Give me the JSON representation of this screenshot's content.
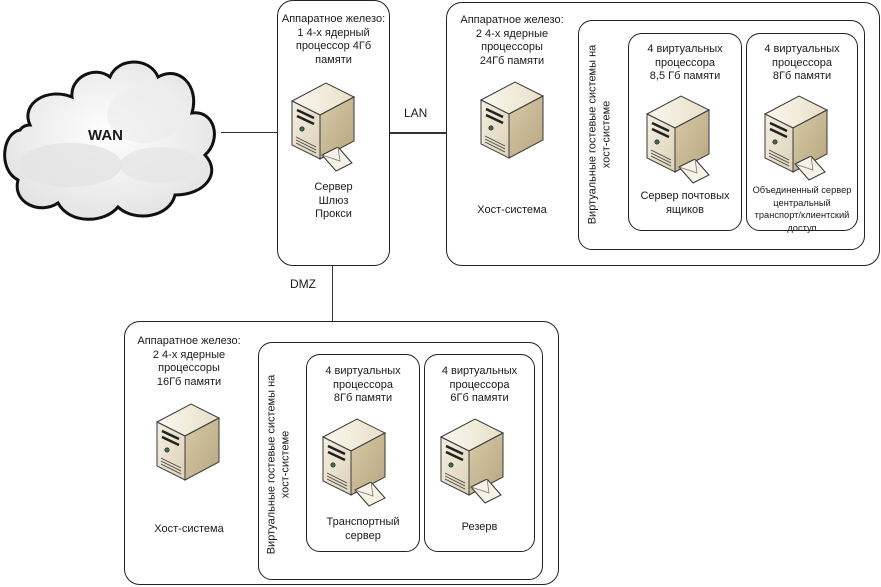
{
  "wan": {
    "label": "WAN"
  },
  "connections": {
    "lan_label": "LAN",
    "dmz_label": "DMZ"
  },
  "gateway": {
    "hardware": "Аппаратное железо:\n1 4-х ядерный\nпроцессор 4Гб\nпамяти",
    "roles": "Сервер\nШлюз\nПрокси",
    "icon": "server-mail-icon"
  },
  "host_lan": {
    "hardware": "Аппаратное железо:\n2 4-х ядерные\nпроцессоры\n24Гб памяти",
    "host_label": "Хост-система",
    "guests_label": "Виртуальные гостевые системы на\nхост-системе",
    "vms": [
      {
        "specs": "4 виртуальных\nпроцессора\n8,5 Гб памяти",
        "role": "Сервер почтовых\nящиков"
      },
      {
        "specs": "4 виртуальных\nпроцессора\n8Гб памяти",
        "role": "Объединенный сервер\nцентральный\nтранспорт/клиентский\nдоступ"
      }
    ]
  },
  "host_dmz": {
    "hardware": "Аппаратное железо:\n2 4-х ядерные\nпроцессоры\n16Гб памяти",
    "host_label": "Хост-система",
    "guests_label": "Виртуальные гостевые системы на\nхост-системе",
    "vms": [
      {
        "specs": "4 виртуальных\nпроцессора\n8Гб памяти",
        "role": "Транспортный\nсервер"
      },
      {
        "specs": "4 виртуальных\nпроцессора\n6Гб памяти",
        "role": "Резерв"
      }
    ]
  }
}
